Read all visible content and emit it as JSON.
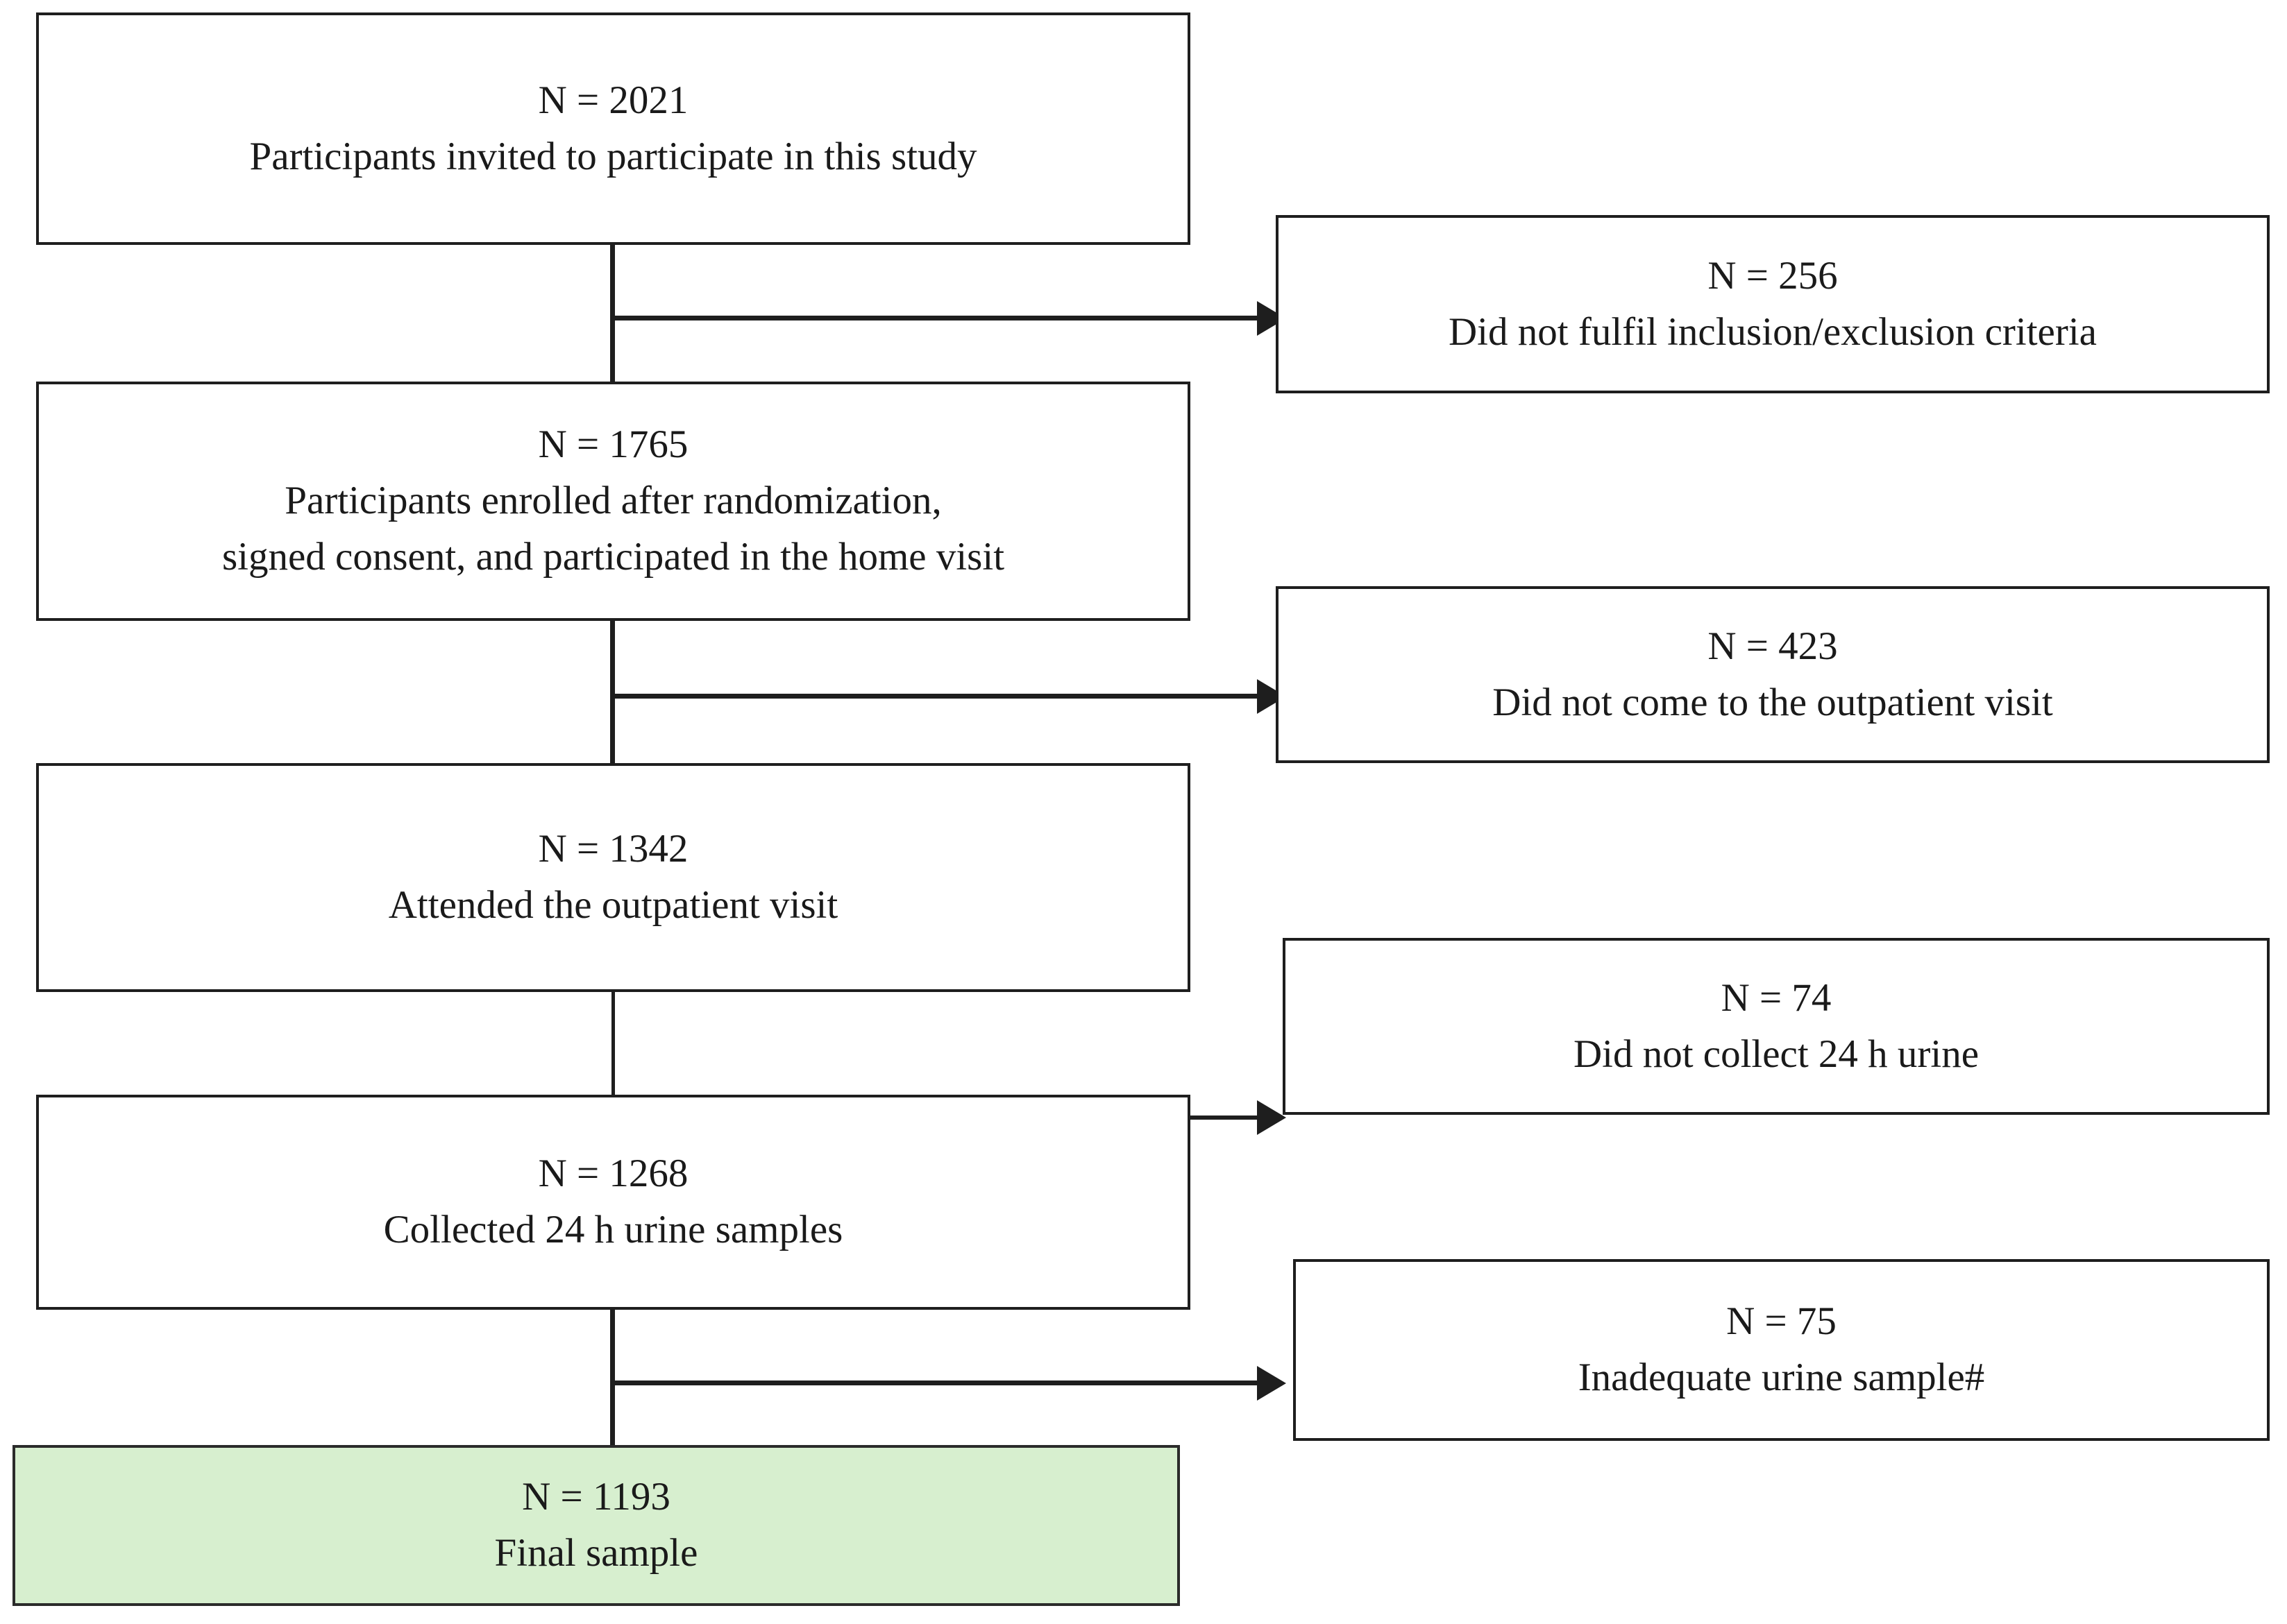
{
  "diagram": {
    "type": "participant-flow-chart",
    "colors": {
      "final_box_fill": "#d7efcf",
      "border": "#1e1e1e",
      "background": "#ffffff",
      "text": "#1a1a1a"
    },
    "flow_nodes": [
      {
        "id": "invited",
        "count_label": "N = 2021",
        "description_lines": [
          "Participants invited to participate in this study"
        ],
        "highlight": false
      },
      {
        "id": "enrolled",
        "count_label": "N = 1765",
        "description_lines": [
          "Participants enrolled after randomization,",
          "signed consent, and participated in the home visit"
        ],
        "highlight": false
      },
      {
        "id": "attended",
        "count_label": "N = 1342",
        "description_lines": [
          "Attended the outpatient visit"
        ],
        "highlight": false
      },
      {
        "id": "collected",
        "count_label": "N = 1268",
        "description_lines": [
          "Collected 24 h urine samples"
        ],
        "highlight": false
      },
      {
        "id": "final",
        "count_label": "N = 1193",
        "description_lines": [
          "Final sample"
        ],
        "highlight": true
      }
    ],
    "exclusion_nodes": [
      {
        "id": "excl-criteria",
        "count_label": "N = 256",
        "description_lines": [
          "Did not fulfil inclusion/exclusion criteria"
        ]
      },
      {
        "id": "excl-no-outpatient",
        "count_label": "N = 423",
        "description_lines": [
          "Did not come to the outpatient visit"
        ]
      },
      {
        "id": "excl-no-urine",
        "count_label": "N = 74",
        "description_lines": [
          "Did not collect 24 h urine"
        ]
      },
      {
        "id": "excl-inadequate",
        "count_label": "N = 75",
        "description_lines": [
          "Inadequate urine sample#"
        ]
      }
    ]
  }
}
